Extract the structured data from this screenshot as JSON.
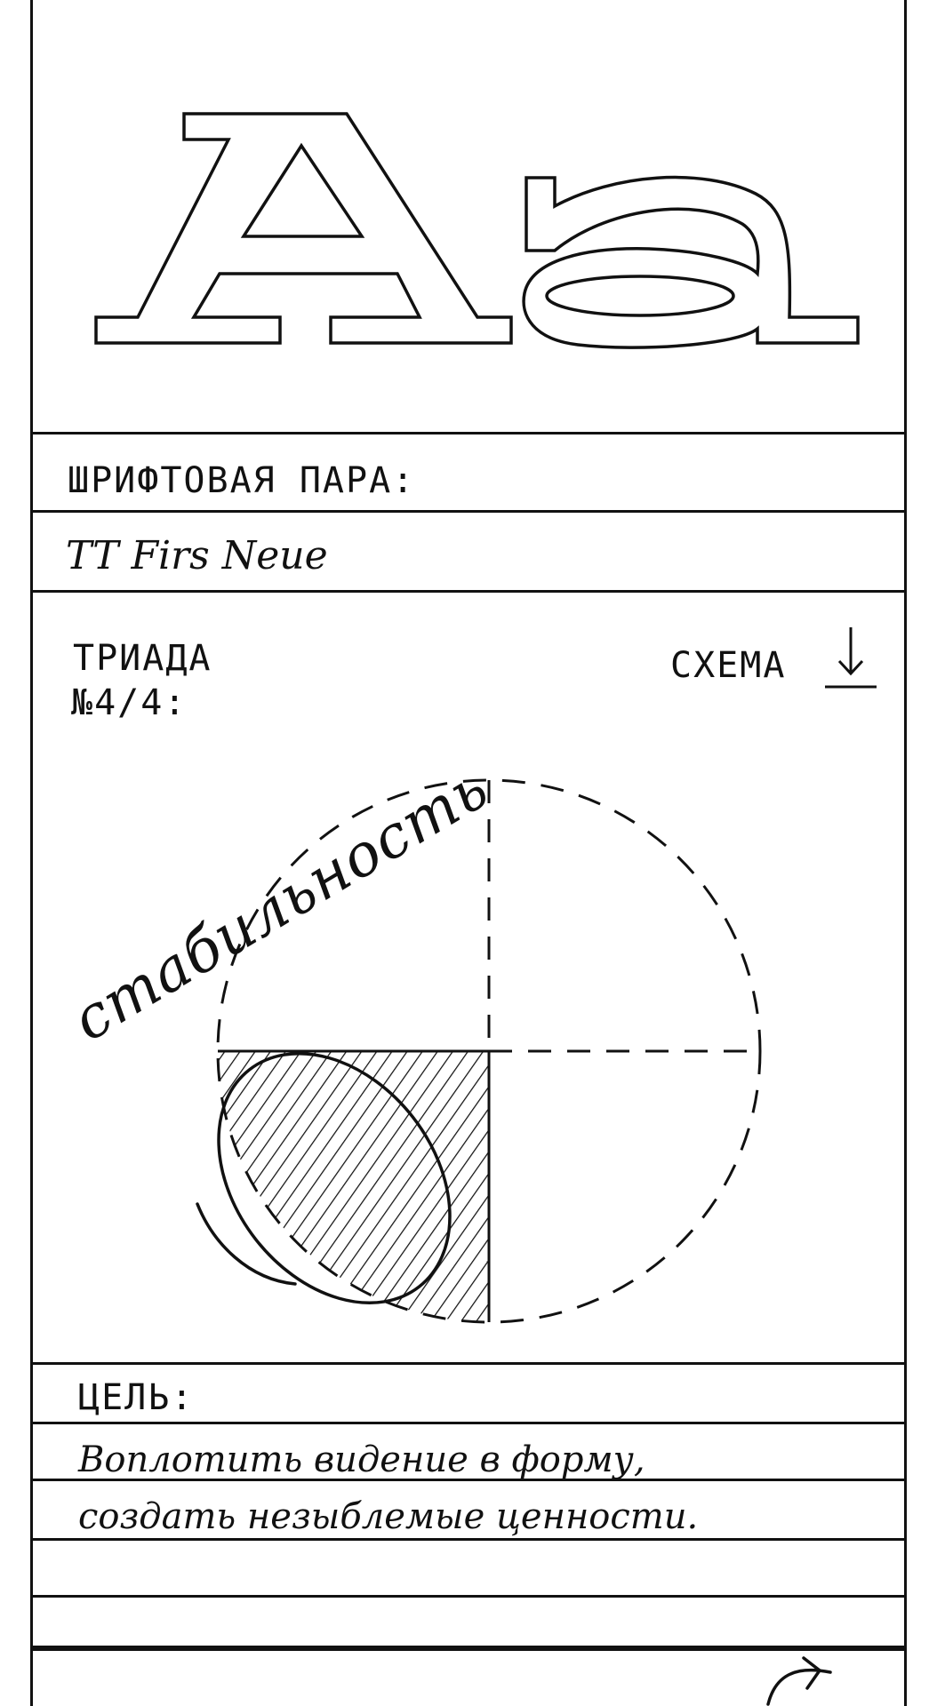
{
  "specimen": {
    "glyphs": "Aa"
  },
  "font_pair": {
    "label": "ШРИФТОВАЯ ПАРА:",
    "value": "TT Firs Neue"
  },
  "triad": {
    "label_line1": "ТРИАДА",
    "label_line2": "№4/4:",
    "scheme_label": "СХЕМА",
    "diagram_word": "стабильность"
  },
  "goal": {
    "label": "ЦЕЛЬ:",
    "line1": "Воплотить видение в форму,",
    "line2": "создать незыблемые ценности."
  },
  "footer": {
    "button_label": ""
  }
}
